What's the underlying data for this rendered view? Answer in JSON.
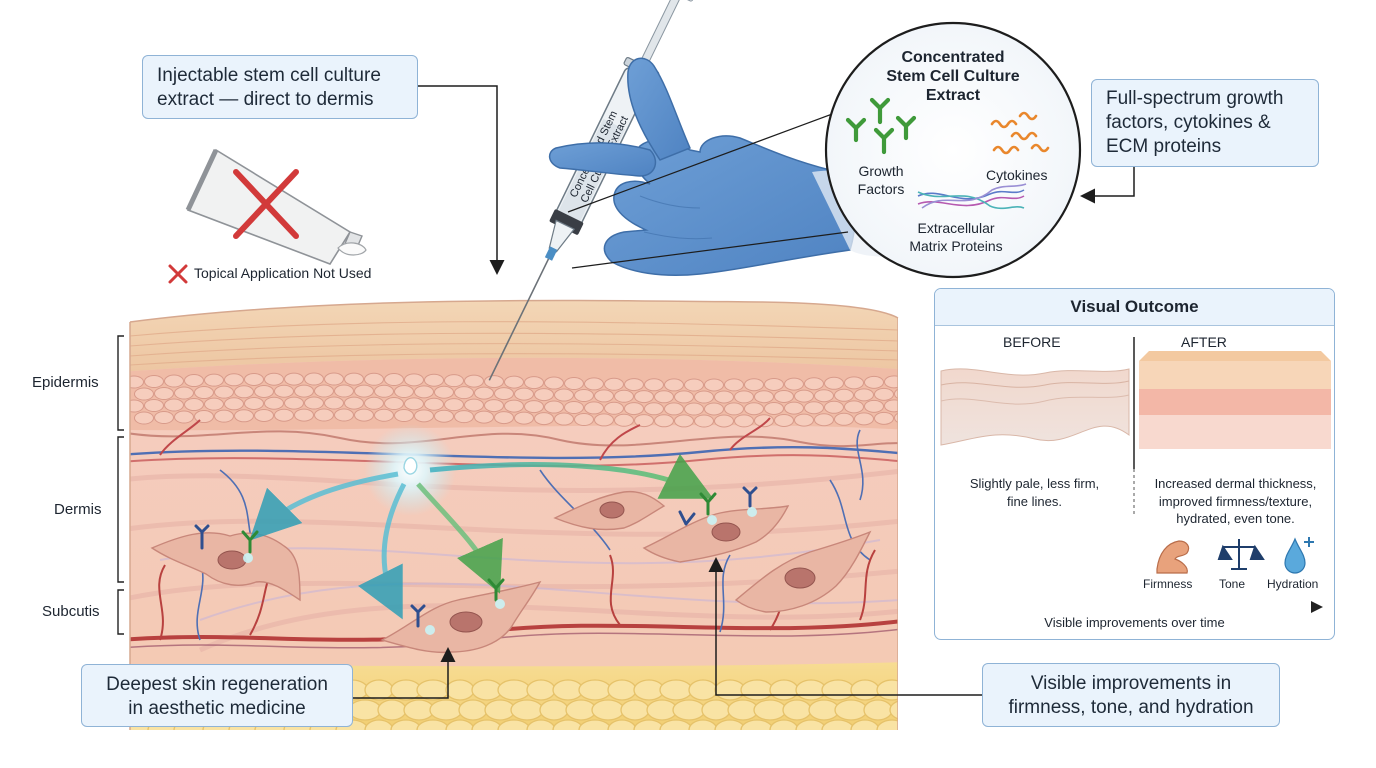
{
  "callouts": {
    "injectable": [
      "Injectable stem cell culture",
      "extract — direct to dermis"
    ],
    "fullspectrum": [
      "Full-spectrum growth",
      "factors, cytokines &",
      "ECM proteins"
    ],
    "deepest": [
      "Deepest skin regeneration",
      "in aesthetic medicine"
    ],
    "visible": [
      "Visible improvements in",
      "firmness, tone, and hydration"
    ]
  },
  "topical": {
    "label": "Topical Application Not Used"
  },
  "syringe": {
    "label_line1": "Concentrated Stem",
    "label_line2": "Cell Culture Extract"
  },
  "extract_circle": {
    "title": [
      "Concentrated",
      "Stem Cell Culture",
      "Extract"
    ],
    "growth_factors": [
      "Growth",
      "Factors"
    ],
    "cytokines": "Cytokines",
    "ecm": [
      "Extracellular",
      "Matrix Proteins"
    ]
  },
  "layers": {
    "epidermis": "Epidermis",
    "dermis": "Dermis",
    "subcutis": "Subcutis"
  },
  "outcome": {
    "title": "Visual Outcome",
    "before_label": "BEFORE",
    "after_label": "AFTER",
    "before_desc": [
      "Slightly pale, less firm,",
      "fine lines."
    ],
    "after_desc": [
      "Increased dermal thickness,",
      "improved firmness/texture,",
      "hydrated, even tone."
    ],
    "icons": [
      {
        "label": "Firmness",
        "icon": "flexed-arm-icon"
      },
      {
        "label": "Tone",
        "icon": "balance-scale-icon"
      },
      {
        "label": "Hydration",
        "icon": "water-drop-plus-icon"
      }
    ],
    "timeline": "Visible improvements over time"
  },
  "colors": {
    "callout_fill": "#eaf3fc",
    "callout_border": "#8fb3d6",
    "glove": "#5b8fcb",
    "growth_factor": "#3f9a3a",
    "cytokine": "#e9872c",
    "red_x": "#d23a3a",
    "arrow": "#3aa7b0"
  }
}
